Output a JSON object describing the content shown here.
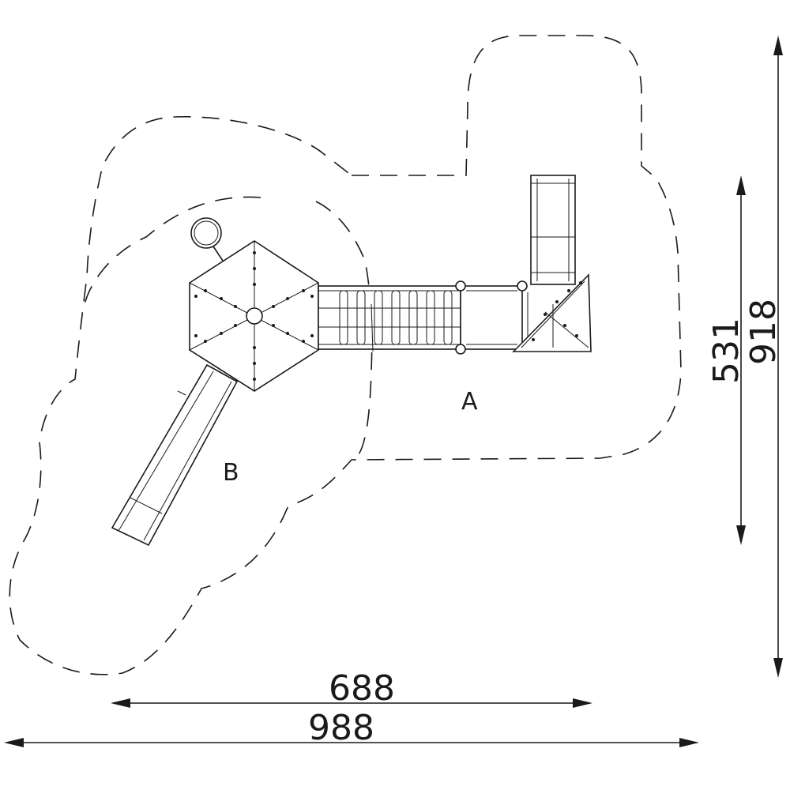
{
  "zones": {
    "a": "A",
    "b": "B"
  },
  "dimensions": {
    "width_inner": "688",
    "width_outer": "988",
    "height_inner": "531",
    "height_outer": "918"
  },
  "colors": {
    "line": "#1a1a1a",
    "background": "#ffffff"
  }
}
